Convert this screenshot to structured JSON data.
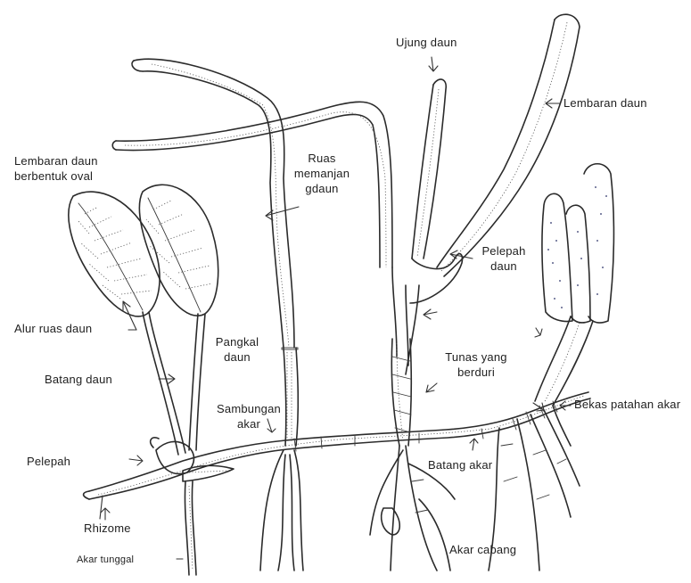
{
  "labels": {
    "ujung_daun": "Ujung daun",
    "lembaran_daun": "Lembaran daun",
    "lembaran_oval_1": "Lembaran daun",
    "lembaran_oval_2": "berbentuk oval",
    "ruas_1": "Ruas",
    "ruas_2": "memanjan",
    "ruas_3": "gdaun",
    "pelepah_daun_1": "Pelepah",
    "pelepah_daun_2": "daun",
    "alur_ruas": "Alur ruas daun",
    "pangkal_1": "Pangkal",
    "pangkal_2": "daun",
    "tunas_1": "Tunas yang",
    "tunas_2": "berduri",
    "batang_daun": "Batang daun",
    "sambungan_1": "Sambungan",
    "sambungan_2": "akar",
    "bekas_patahan": "Bekas patahan akar",
    "pelepah": "Pelepah",
    "batang_akar": "Batang akar",
    "rhizome": "Rhizome",
    "akar_cabang": "Akar cabang",
    "akar_tunggal": "Akar tunggal"
  },
  "colors": {
    "ink": "#2b2b2b",
    "stipple": "#5a5f8a",
    "background": "#ffffff"
  }
}
